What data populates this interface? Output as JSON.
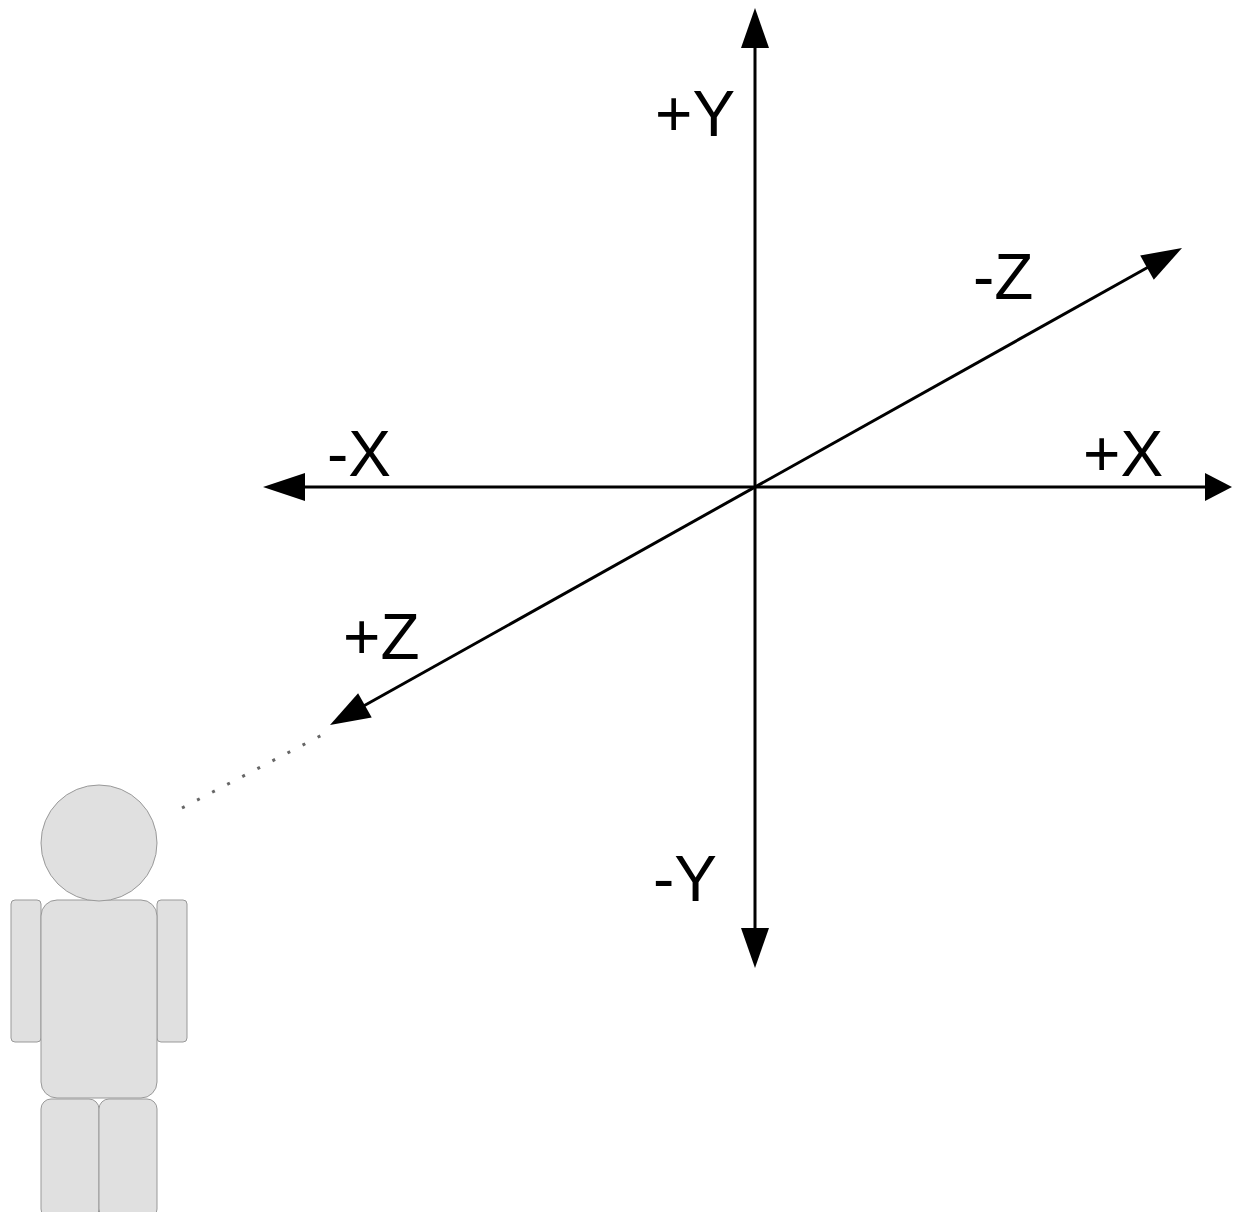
{
  "diagram": {
    "labels": [
      "+Y",
      "-Z",
      "-X",
      "+X",
      "+Z",
      "-Y"
    ]
  }
}
